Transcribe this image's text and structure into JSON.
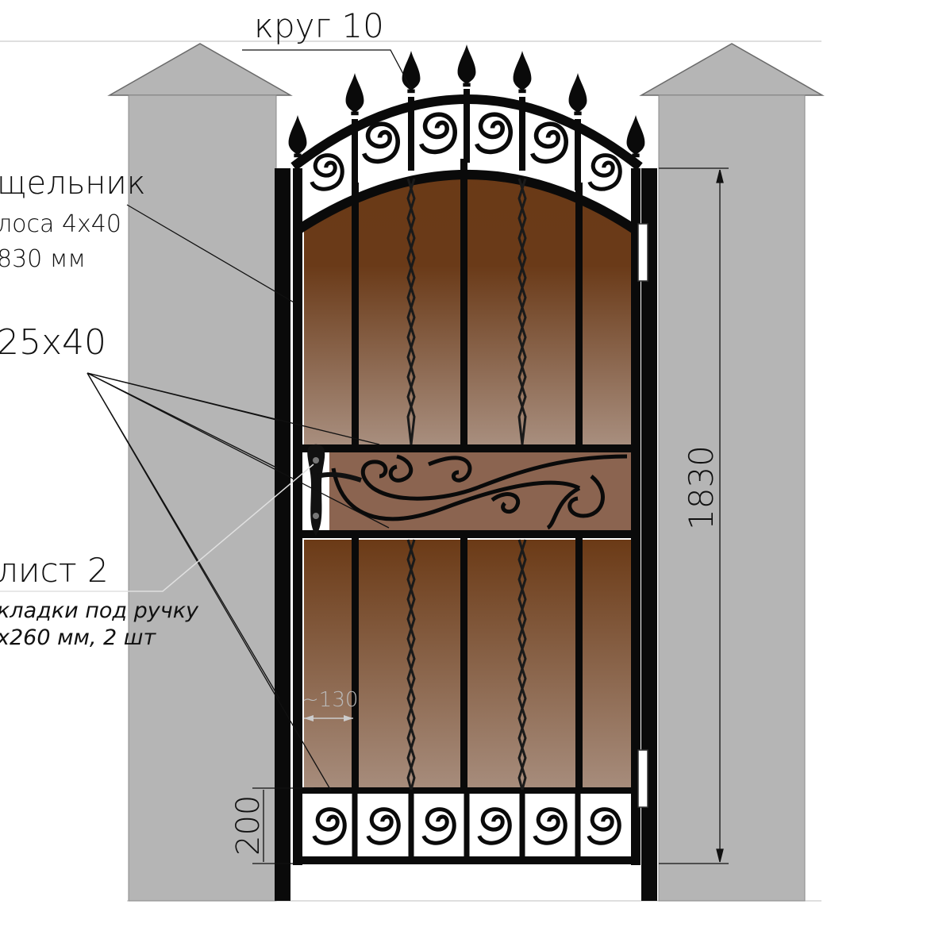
{
  "labels": {
    "rod": "круг 10",
    "header_title": "щельник",
    "header_line1": "лоса 4x40",
    "header_line2": "830 мм",
    "pipe": "25x40",
    "sheet_title": "лист 2",
    "sheet_line1": "кладки под ручку",
    "sheet_line2": "x260 мм, 2 шт",
    "spacing": "~130",
    "bottom_height": "200",
    "total_height": "1830"
  },
  "colors": {
    "pillar": "#b5b5b5",
    "pillar_stroke": "#6a6a6a",
    "metal": "#0a0a0a",
    "panel_top": "#6b3a16",
    "panel_bottom": "#a68a78",
    "middle_panel": "#8b6450",
    "hinge": "#ffffff"
  },
  "icons": [
    "spear-finial-icon",
    "scroll-ornament-icon",
    "door-handle-icon",
    "hinge-icon"
  ]
}
